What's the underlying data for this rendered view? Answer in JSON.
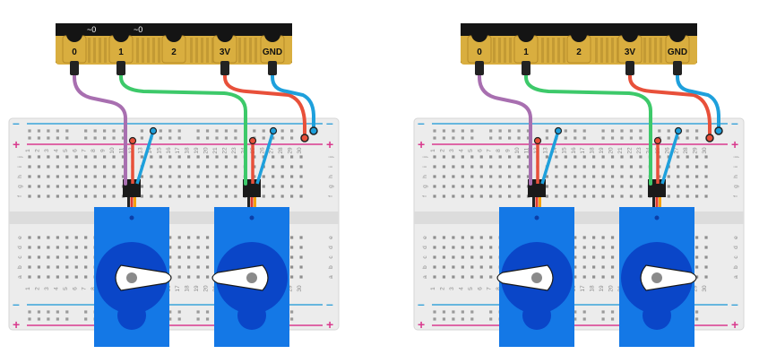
{
  "figure": {
    "panels": [
      {
        "id": "left",
        "board": {
          "pins": [
            {
              "label": "0",
              "tilde": "~0",
              "wired": true
            },
            {
              "label": "1",
              "tilde": "~0",
              "wired": true
            },
            {
              "label": "2",
              "tilde": "",
              "wired": false
            },
            {
              "label": "3V",
              "tilde": "",
              "wired": true
            },
            {
              "label": "GND",
              "tilde": "",
              "wired": true
            }
          ]
        },
        "servos": [
          {
            "signal_pin": "0",
            "horn_direction": "right"
          },
          {
            "signal_pin": "1",
            "horn_direction": "left"
          }
        ]
      },
      {
        "id": "right",
        "board": {
          "pins": [
            {
              "label": "0",
              "tilde": "",
              "wired": true
            },
            {
              "label": "1",
              "tilde": "",
              "wired": true
            },
            {
              "label": "2",
              "tilde": "",
              "wired": false
            },
            {
              "label": "3V",
              "tilde": "",
              "wired": true
            },
            {
              "label": "GND",
              "tilde": "",
              "wired": true
            }
          ]
        },
        "servos": [
          {
            "signal_pin": "0",
            "horn_direction": "left"
          },
          {
            "signal_pin": "1",
            "horn_direction": "right"
          }
        ]
      }
    ],
    "breadboard": {
      "column_numbers": [
        "1",
        "2",
        "3",
        "4",
        "5",
        "6",
        "7",
        "8",
        "9",
        "10",
        "11",
        "12",
        "13",
        "14",
        "15",
        "16",
        "17",
        "18",
        "19",
        "20",
        "21",
        "22",
        "23",
        "24",
        "25",
        "26",
        "27",
        "28",
        "29",
        "30"
      ],
      "row_letters_top": [
        "j",
        "i",
        "h",
        "g",
        "f"
      ],
      "row_letters_bottom": [
        "e",
        "d",
        "c",
        "b",
        "a"
      ],
      "rail_plus": "+",
      "rail_minus": "–"
    },
    "wire_colors": {
      "pin0_signal": "#a86fb0",
      "pin1_signal": "#3dc96a",
      "power_3v": "#e8503a",
      "ground": "#1ea0dc"
    },
    "colors": {
      "board_gold": "#d9ae3f",
      "board_black": "#141414",
      "servo_blue": "#1478e6",
      "servo_dark_blue": "#0a46c8",
      "breadboard_body": "#ececec",
      "rail_red": "#d93a8e",
      "rail_blue": "#3aa3d9"
    }
  }
}
